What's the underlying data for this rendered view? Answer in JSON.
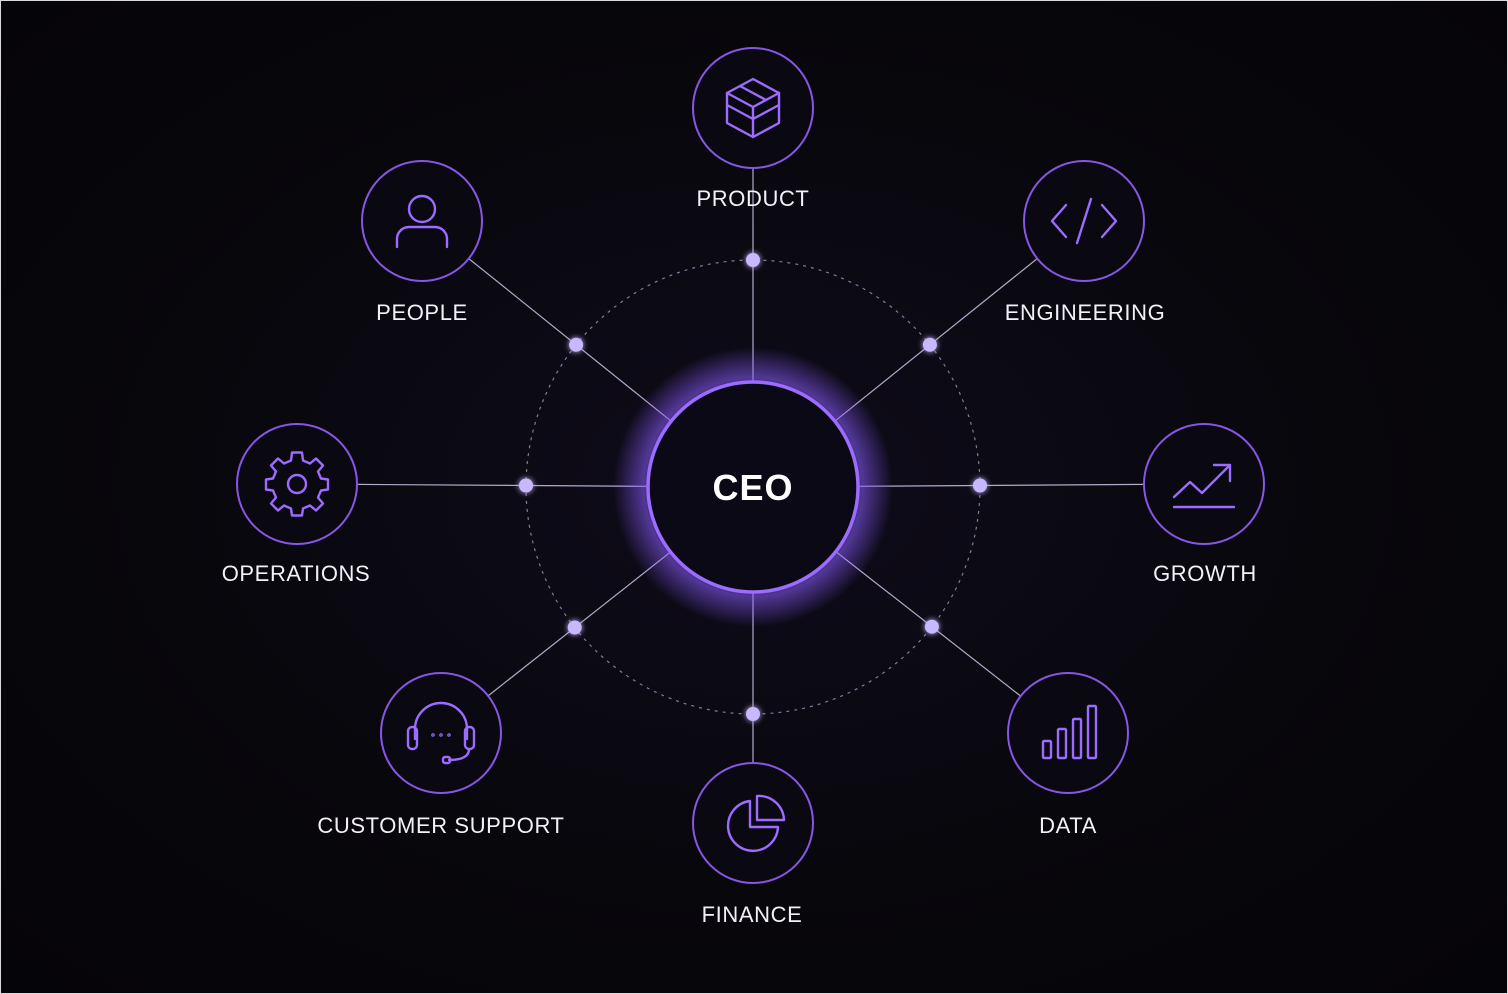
{
  "center": {
    "label": "CEO"
  },
  "departments": [
    {
      "label": "PRODUCT",
      "icon": "cube-icon"
    },
    {
      "label": "ENGINEERING",
      "icon": "code-icon"
    },
    {
      "label": "GROWTH",
      "icon": "trend-up-icon"
    },
    {
      "label": "DATA",
      "icon": "bar-chart-icon"
    },
    {
      "label": "FINANCE",
      "icon": "pie-chart-icon"
    },
    {
      "label": "CUSTOMER SUPPORT",
      "icon": "headset-icon"
    },
    {
      "label": "OPERATIONS",
      "icon": "gear-icon"
    },
    {
      "label": "PEOPLE",
      "icon": "person-icon"
    }
  ],
  "colors": {
    "background": "#08070c",
    "accent": "#9b6cff",
    "node_stroke": "#8657e6",
    "connector_dot": "#c7b8ff",
    "text": "#f3f1f8"
  }
}
